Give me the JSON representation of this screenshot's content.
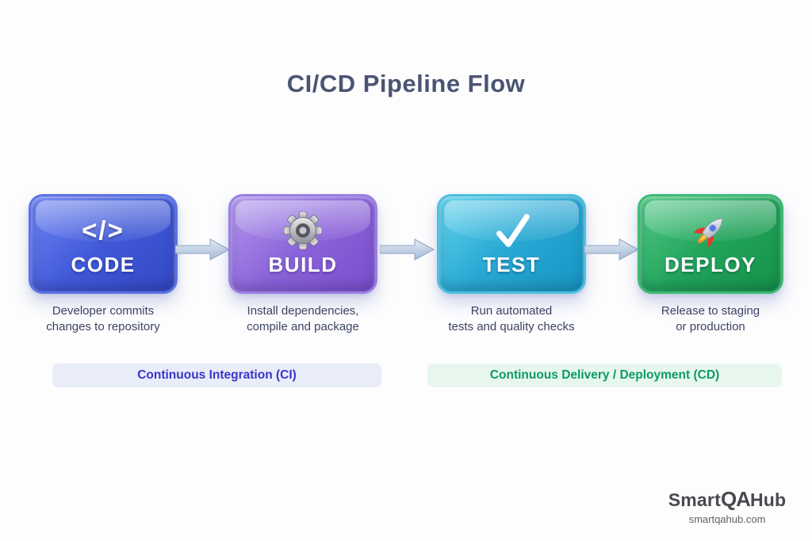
{
  "title": "CI/CD Pipeline Flow",
  "title_color": "#4b5472",
  "stages": [
    {
      "id": "code",
      "label": "CODE",
      "icon": "code-brackets-icon",
      "icon_glyph": "</>",
      "description": "Developer commits\nchanges to repository",
      "colors": {
        "top": "#6d83f2",
        "bottom": "#3348c4",
        "border": "#5c72e4"
      }
    },
    {
      "id": "build",
      "label": "BUILD",
      "icon": "gear-icon",
      "description": "Install dependencies,\ncompile and package",
      "colors": {
        "top": "#b299ec",
        "bottom": "#7a4ecd",
        "border": "#9a7ee4"
      }
    },
    {
      "id": "test",
      "label": "TEST",
      "icon": "checkmark-icon",
      "description": "Run automated\ntests and quality checks",
      "colors": {
        "top": "#62d2ec",
        "bottom": "#1795c2",
        "border": "#4cc0e0"
      }
    },
    {
      "id": "deploy",
      "label": "DEPLOY",
      "icon": "rocket-icon",
      "description": "Release to staging\nor production",
      "colors": {
        "top": "#52c987",
        "bottom": "#169148",
        "border": "#3cbb74"
      }
    }
  ],
  "arrow_color": "#b6c6de",
  "banners": {
    "ci": {
      "label": "Continuous Integration (CI)",
      "text_color": "#3a35c9",
      "bg_color": "#e9ecf9"
    },
    "cd": {
      "label": "Continuous Delivery / Deployment (CD)",
      "text_color": "#0d9a62",
      "bg_color": "#e7f7ee"
    }
  },
  "footer": {
    "brand_prefix": "Smart",
    "brand_mark": "QA",
    "brand_suffix": "Hub",
    "website": "smartqahub.com"
  }
}
